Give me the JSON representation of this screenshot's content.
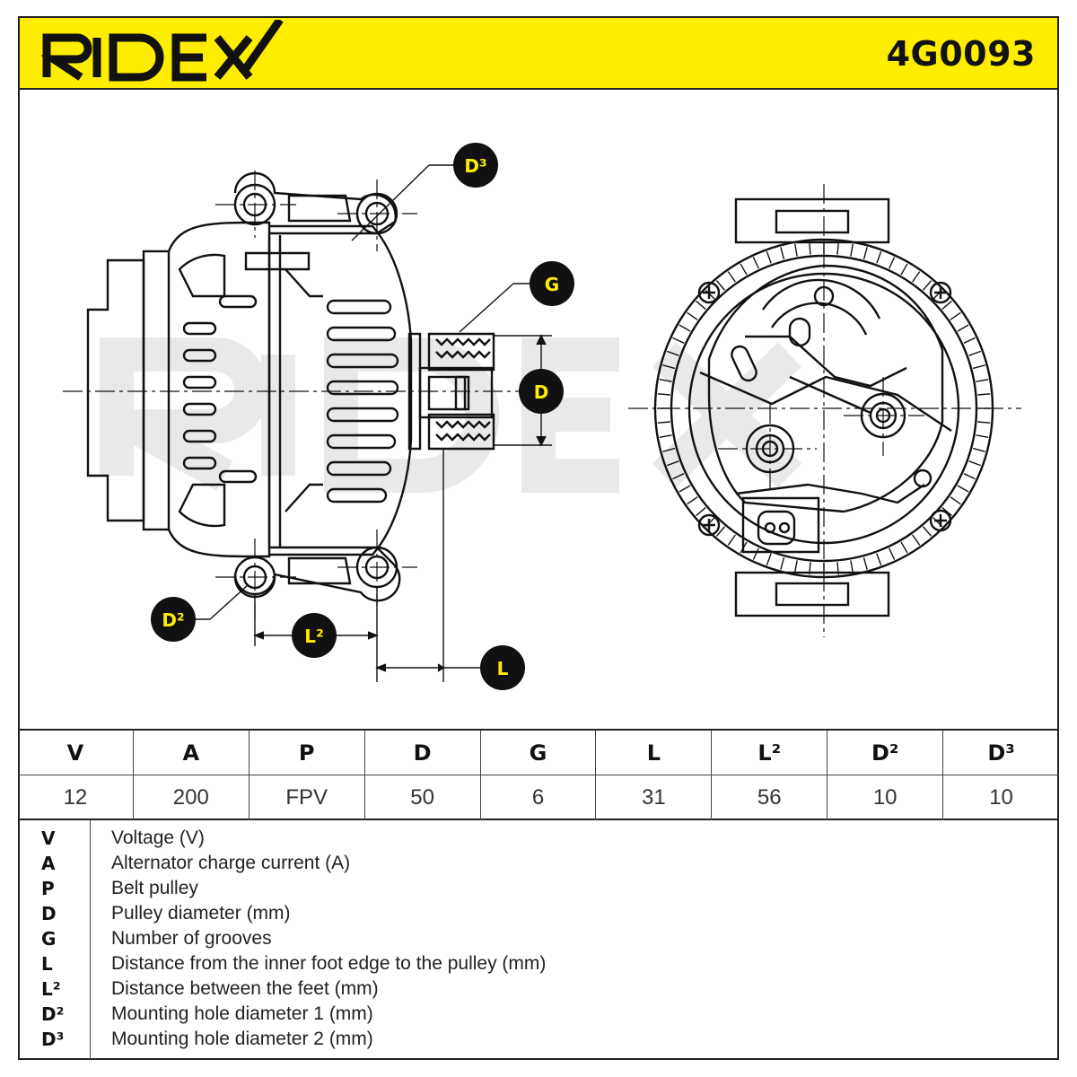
{
  "brand": "RIDEX",
  "part_number": "4G0093",
  "callouts": {
    "d3": "D³",
    "g": "G",
    "d": "D",
    "d2": "D²",
    "l2": "L²",
    "l": "L"
  },
  "spec_table": {
    "headers": [
      "V",
      "A",
      "P",
      "D",
      "G",
      "L",
      "L²",
      "D²",
      "D³"
    ],
    "values": [
      "12",
      "200",
      "FPV",
      "50",
      "6",
      "31",
      "56",
      "10",
      "10"
    ]
  },
  "legend": [
    {
      "key": "V",
      "desc": "Voltage (V)"
    },
    {
      "key": "A",
      "desc": "Alternator charge current (A)"
    },
    {
      "key": "P",
      "desc": "Belt pulley"
    },
    {
      "key": "D",
      "desc": "Pulley diameter (mm)"
    },
    {
      "key": "G",
      "desc": "Number of grooves"
    },
    {
      "key": "L",
      "desc": "Distance from the inner foot edge to the pulley (mm)"
    },
    {
      "key": "L²",
      "desc": "Distance between the feet (mm)"
    },
    {
      "key": "D²",
      "desc": "Mounting hole diameter 1 (mm)"
    },
    {
      "key": "D³",
      "desc": "Mounting hole diameter 2 (mm)"
    }
  ],
  "colors": {
    "brand_yellow": "#ffed00",
    "line": "#111111",
    "callout_fill": "#111111"
  }
}
